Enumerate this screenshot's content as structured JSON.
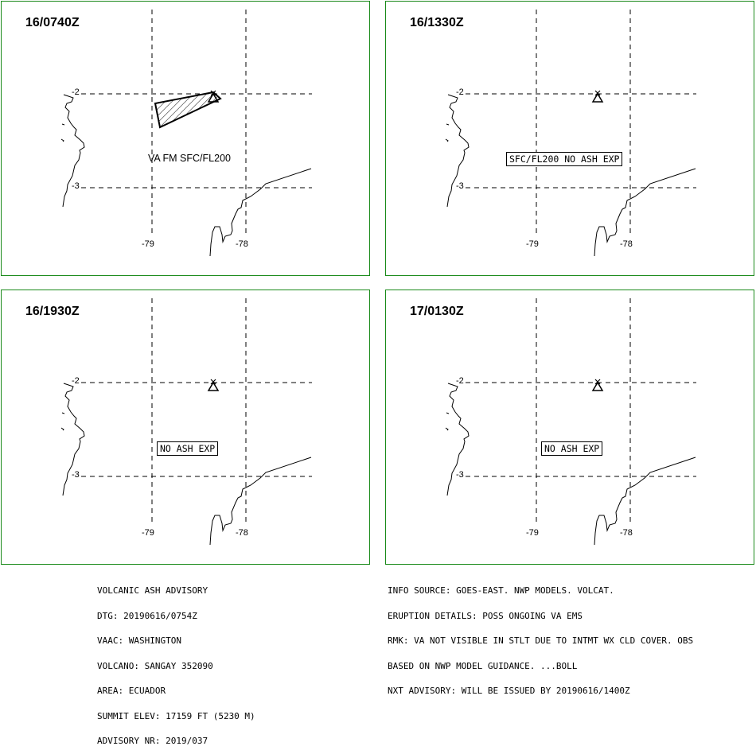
{
  "panels": [
    {
      "time": "16/0740Z",
      "text": "VA FM SFC/FL200",
      "text_style": "plain",
      "ash_polygon": true
    },
    {
      "time": "16/1330Z",
      "text": "SFC/FL200 NO ASH EXP",
      "text_style": "box",
      "ash_polygon": false
    },
    {
      "time": "16/1930Z",
      "text": "NO ASH EXP",
      "text_style": "box",
      "ash_polygon": false
    },
    {
      "time": "17/0130Z",
      "text": "NO ASH EXP",
      "text_style": "box",
      "ash_polygon": false
    }
  ],
  "grid_labels": {
    "lat_top": "-2",
    "lat_bottom": "-3",
    "lon_left": "-79",
    "lon_right": "-78"
  },
  "advisory_left": [
    "VOLCANIC ASH ADVISORY",
    "DTG: 20190616/0754Z",
    "VAAC: WASHINGTON",
    "VOLCANO: SANGAY 352090",
    "AREA: ECUADOR",
    "SUMMIT ELEV: 17159 FT (5230 M)",
    "ADVISORY NR: 2019/037"
  ],
  "advisory_right": [
    "INFO SOURCE: GOES-EAST. NWP MODELS. VOLCAT.",
    "ERUPTION DETAILS: POSS ONGOING VA EMS",
    "RMK: VA NOT VISIBLE IN STLT DUE TO INTMT WX CLD COVER. OBS",
    "BASED ON NWP MODEL GUIDANCE. ...BOLL",
    "NXT ADVISORY: WILL BE ISSUED BY 20190616/1400Z"
  ],
  "colors": {
    "panel_border": "#1a8a1a",
    "lines": "#000000"
  },
  "icons": {
    "volcano": "volcano-icon"
  }
}
